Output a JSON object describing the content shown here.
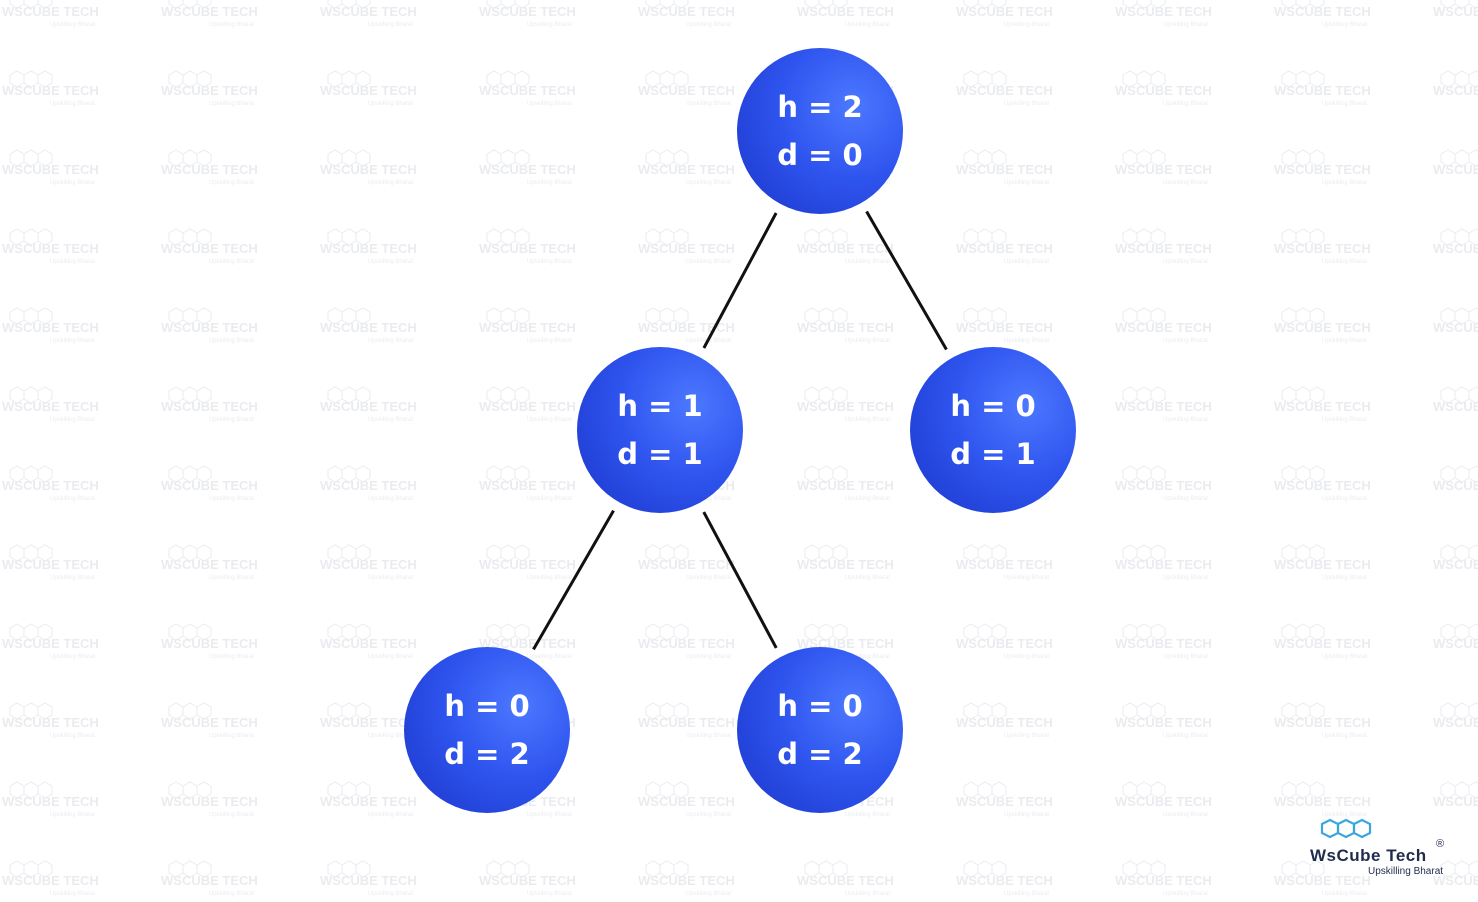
{
  "watermark": {
    "text": "WsCube Tech",
    "tagline": "Upskilling Bharat",
    "color": "#d9dce3"
  },
  "tree": {
    "node_color": "#2f55ef",
    "edge_color": "#111111",
    "nodes": [
      {
        "id": "root",
        "h": "h = 2",
        "d": "d = 0"
      },
      {
        "id": "left",
        "h": "h = 1",
        "d": "d = 1"
      },
      {
        "id": "right",
        "h": "h = 0",
        "d": "d = 1"
      },
      {
        "id": "left-left",
        "h": "h = 0",
        "d": "d = 2"
      },
      {
        "id": "left-right",
        "h": "h = 0",
        "d": "d = 2"
      }
    ],
    "edges": [
      {
        "from": "root",
        "to": "left"
      },
      {
        "from": "root",
        "to": "right"
      },
      {
        "from": "left",
        "to": "left-left"
      },
      {
        "from": "left",
        "to": "left-right"
      }
    ]
  },
  "logo": {
    "name": "WsCube Tech",
    "tagline": "Upskilling Bharat",
    "registered": "®",
    "accent": "#3aa6e0"
  }
}
